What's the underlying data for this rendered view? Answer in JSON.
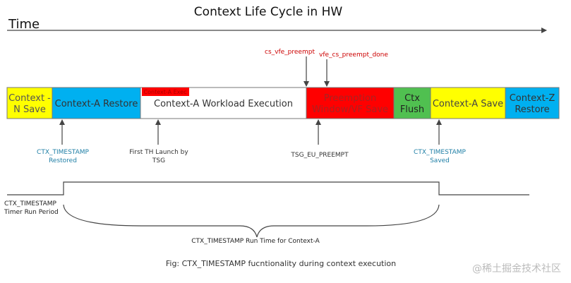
{
  "title": "Context Life Cycle in HW",
  "time_label": "Time",
  "preempt_labels": {
    "cs_vfe_preempt": "cs_vfe_preempt",
    "vfe_cs_preempt_done": "vfe_cs_preempt_done"
  },
  "segments": [
    {
      "lines": [
        "Context -",
        "N Save"
      ],
      "color": "#ffff00",
      "text_color": "#555555"
    },
    {
      "lines": [
        "Context-A Restore"
      ],
      "color": "#00b0f0",
      "text_color": "#333333"
    },
    {
      "lines": [
        "Context-A Workload Execution"
      ],
      "color": "#ffffff",
      "text_color": "#333333",
      "overlay": "Context-A Exec"
    },
    {
      "lines": [
        "Preemption",
        "Window/VF Save"
      ],
      "color": "#ff0000",
      "text_color": "#aa2222"
    },
    {
      "lines": [
        "Ctx",
        "Flush"
      ],
      "color": "#50c050",
      "text_color": "#222222"
    },
    {
      "lines": [
        "Context-A Save"
      ],
      "color": "#ffff00",
      "text_color": "#444444"
    },
    {
      "lines": [
        "Context-Z",
        "Restore"
      ],
      "color": "#00b0f0",
      "text_color": "#333333"
    }
  ],
  "markers": [
    {
      "lines": [
        "CTX_TIMESTAMP",
        "Restored"
      ],
      "color": "#1f7fa6"
    },
    {
      "lines": [
        "First TH Launch by",
        "TSG"
      ],
      "color": "#333333"
    },
    {
      "lines": [
        "TSG_EU_PREEMPT"
      ],
      "color": "#333333"
    },
    {
      "lines": [
        "CTX_TIMESTAMP",
        "Saved"
      ],
      "color": "#1f7fa6"
    }
  ],
  "timer_label": [
    "CTX_TIMESTAMP",
    "Timer Run Period"
  ],
  "run_time_label": "CTX_TIMESTAMP Run Time for Context-A",
  "caption": "Fig: CTX_TIMESTAMP fucntionality during context execution",
  "watermark": "@稀土掘金技术社区",
  "colors": {
    "line": "#444444",
    "preempt_label": "#cc0000"
  }
}
